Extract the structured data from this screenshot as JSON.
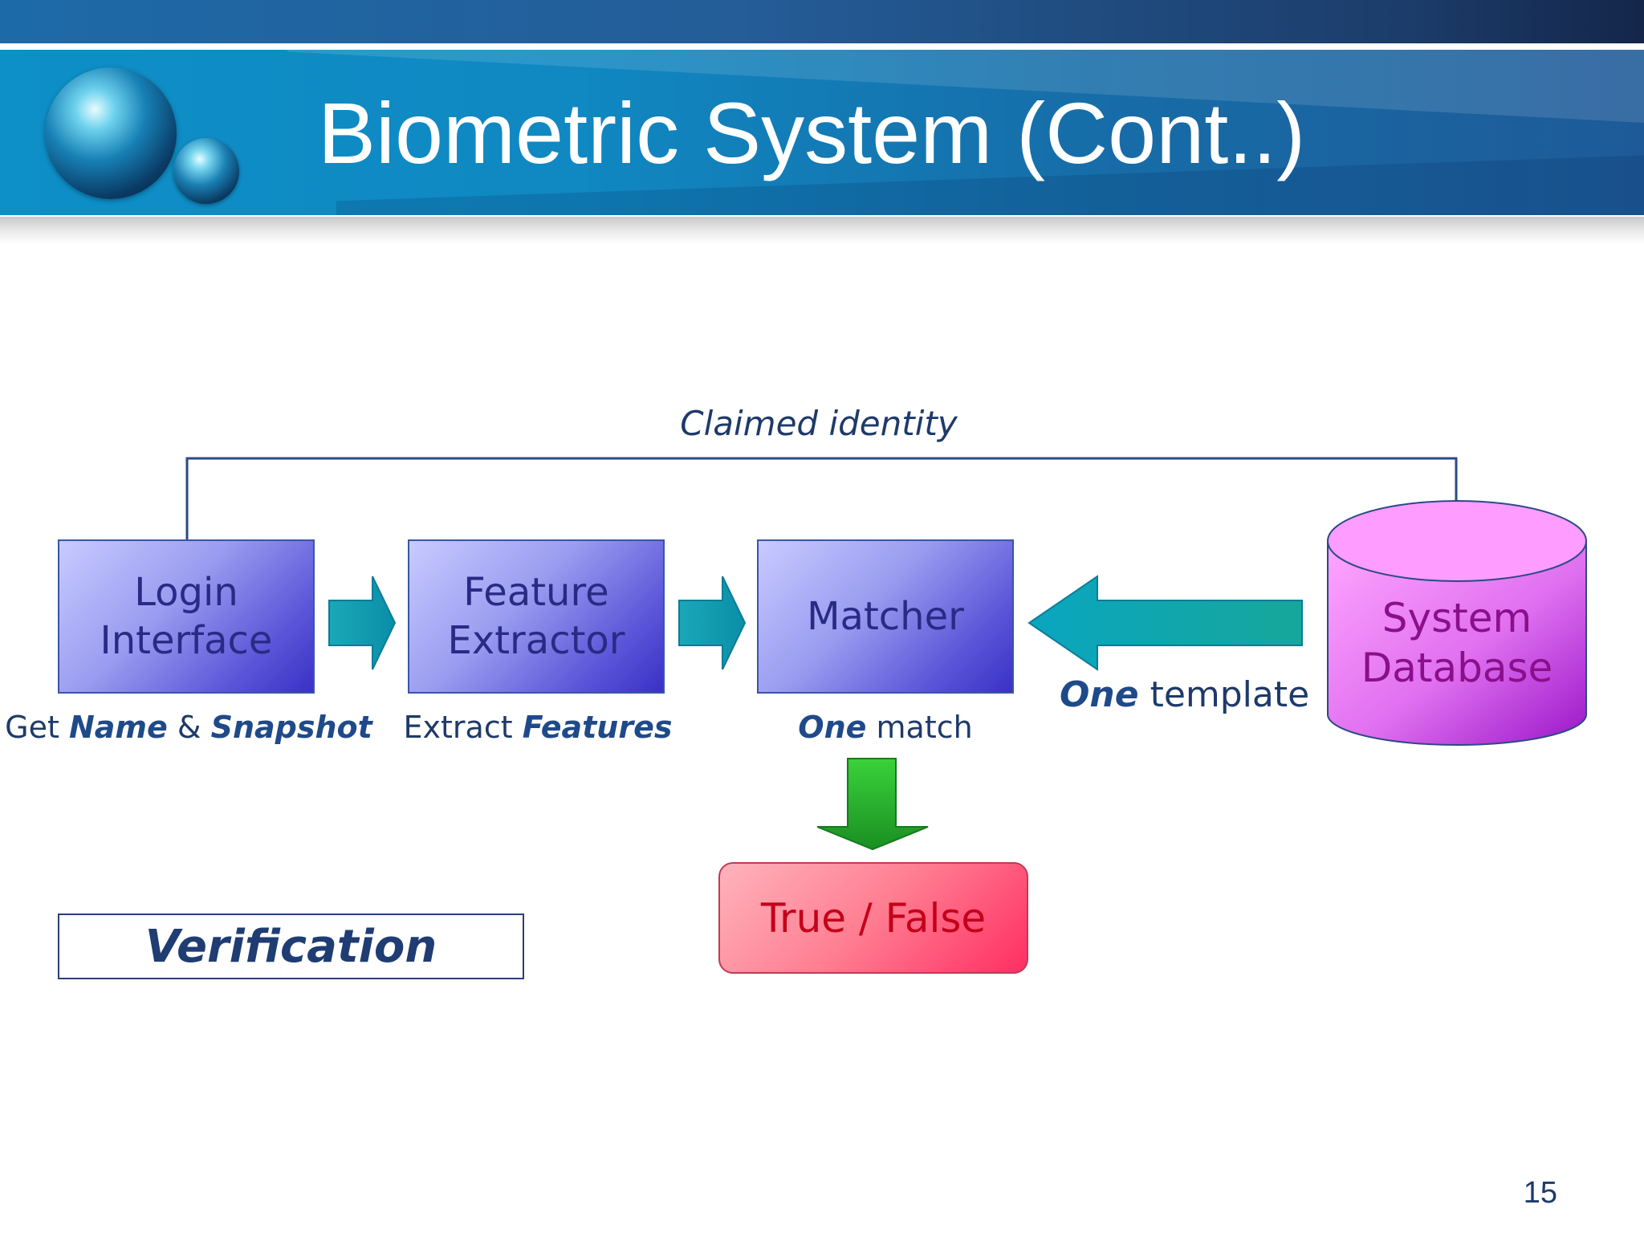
{
  "slide": {
    "title": "Biometric System (Cont..)",
    "page_number": "15"
  },
  "diagram": {
    "claimed_identity_label": "Claimed identity",
    "nodes": {
      "login": {
        "line1": "Login",
        "line2": "Interface"
      },
      "extractor": {
        "line1": "Feature",
        "line2": "Extractor"
      },
      "matcher": {
        "line1": "Matcher"
      },
      "database": {
        "line1": "System",
        "line2": "Database"
      },
      "result": {
        "label": "True / False"
      }
    },
    "captions": {
      "login": {
        "prefix": "Get ",
        "bold1": "Name",
        "middle": " & ",
        "bold2": "Snapshot"
      },
      "extractor": {
        "prefix": "Extract ",
        "bold": "Features"
      },
      "matcher": {
        "bold": "One",
        "suffix": " match"
      },
      "template": {
        "bold": "One",
        "suffix": " template"
      }
    },
    "mode_label": "Verification"
  },
  "colors": {
    "node_text": "#2a2a86",
    "database_text": "#8a0f8a",
    "result_text": "#c4001a",
    "arrow_teal": "#0f9fb0",
    "arrow_green": "#22b02a",
    "line": "#2b4a86"
  }
}
